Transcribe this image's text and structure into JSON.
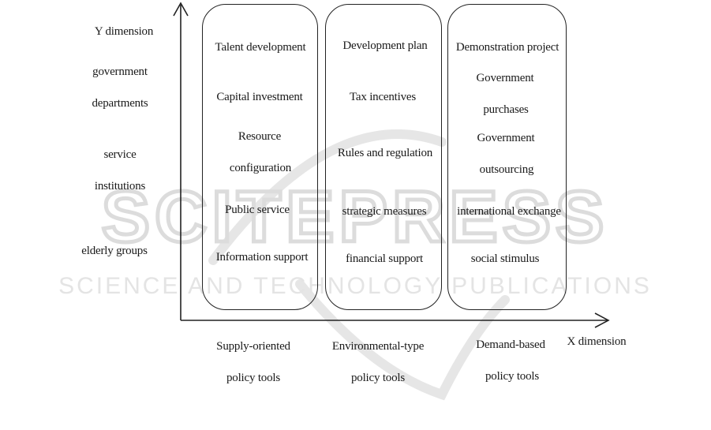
{
  "watermark": {
    "main": "SCITEPRESS",
    "sub": "SCIENCE AND TECHNOLOGY PUBLICATIONS"
  },
  "axes": {
    "y_label": "Y dimension",
    "x_label": "X dimension"
  },
  "y_items": [
    "government",
    "departments",
    "service",
    "institutions",
    "elderly groups"
  ],
  "columns": [
    {
      "items": [
        "Talent development",
        "Capital investment",
        "Resource",
        "configuration",
        "Public service",
        "Information support"
      ],
      "label_line1": "Supply-oriented",
      "label_line2": "policy tools"
    },
    {
      "items": [
        "Development plan",
        "Tax incentives",
        "Rules and regulation",
        "strategic measures",
        "financial support"
      ],
      "label_line1": "Environmental-type",
      "label_line2": "policy tools"
    },
    {
      "items": [
        "Demonstration project",
        "Government",
        "purchases",
        "Government",
        "outsourcing",
        "international exchange",
        "social stimulus"
      ],
      "label_line1": "Demand-based",
      "label_line2": "policy tools"
    }
  ]
}
